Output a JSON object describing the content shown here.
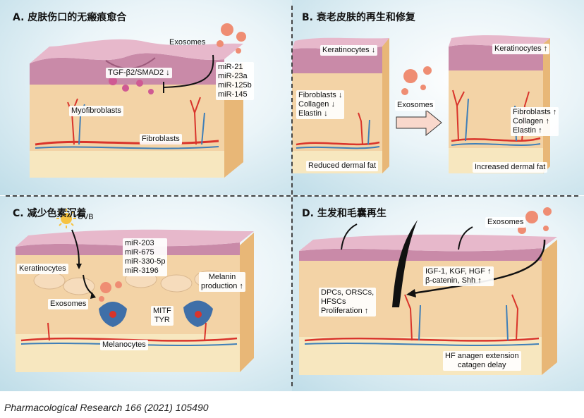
{
  "panels": {
    "a": {
      "title": "A. 皮肤伤口的无瘢痕愈合",
      "exosomes": "Exosomes",
      "mirnas": [
        "miR-21",
        "miR-23a",
        "miR-125b",
        "miR-145"
      ],
      "tgf": "TGF-β2/SMAD2 ↓",
      "myofibroblasts": "Myofibroblasts",
      "fibroblasts": "Fibroblasts"
    },
    "b": {
      "title": "B. 衰老皮肤的再生和修复",
      "left_keratinocytes": "Keratinocytes ↓",
      "left_markers": [
        "Fibroblasts ↓",
        "Collagen ↓",
        "Elastin ↓"
      ],
      "left_fat": "Reduced dermal fat",
      "exosomes": "Exosomes",
      "right_keratinocytes": "Keratinocytes ↑",
      "right_markers": [
        "Fibroblasts ↑",
        "Collagen ↑",
        "Elastin ↑"
      ],
      "right_fat": "Increased dermal fat"
    },
    "c": {
      "title": "C. 减少色素沉着",
      "uvb": "UVB",
      "mirnas": [
        "miR-203",
        "miR-675",
        "miR-330-5p",
        "miR-3196"
      ],
      "keratinocytes": "Keratinocytes",
      "melanin": [
        "Melanin",
        "production ↑"
      ],
      "exosomes": "Exosomes",
      "mitf": "MITF",
      "tyr": "TYR",
      "melanocytes": "Melanocytes"
    },
    "d": {
      "title": "D. 生发和毛囊再生",
      "exosomes": "Exosomes",
      "factors": [
        "IGF-1, KGF, HGF ↑",
        "β-catenin, Shh ↑"
      ],
      "cells": [
        "DPCs, ORSCs,",
        "HFSCs",
        "Proliferation ↑"
      ],
      "hf": [
        "HF anagen extension",
        "catagen delay"
      ]
    }
  },
  "caption": "Pharmacological Research 166 (2021) 105490",
  "colors": {
    "epidermis": "#c98aa8",
    "dermis": "#f3d3a6",
    "fat": "#f7e7bf",
    "side": "#e8b777",
    "artery": "#d9342b",
    "vein": "#3f7fb8",
    "exosome": "#ef8d73",
    "melanocyte": "#3f6fa8"
  }
}
